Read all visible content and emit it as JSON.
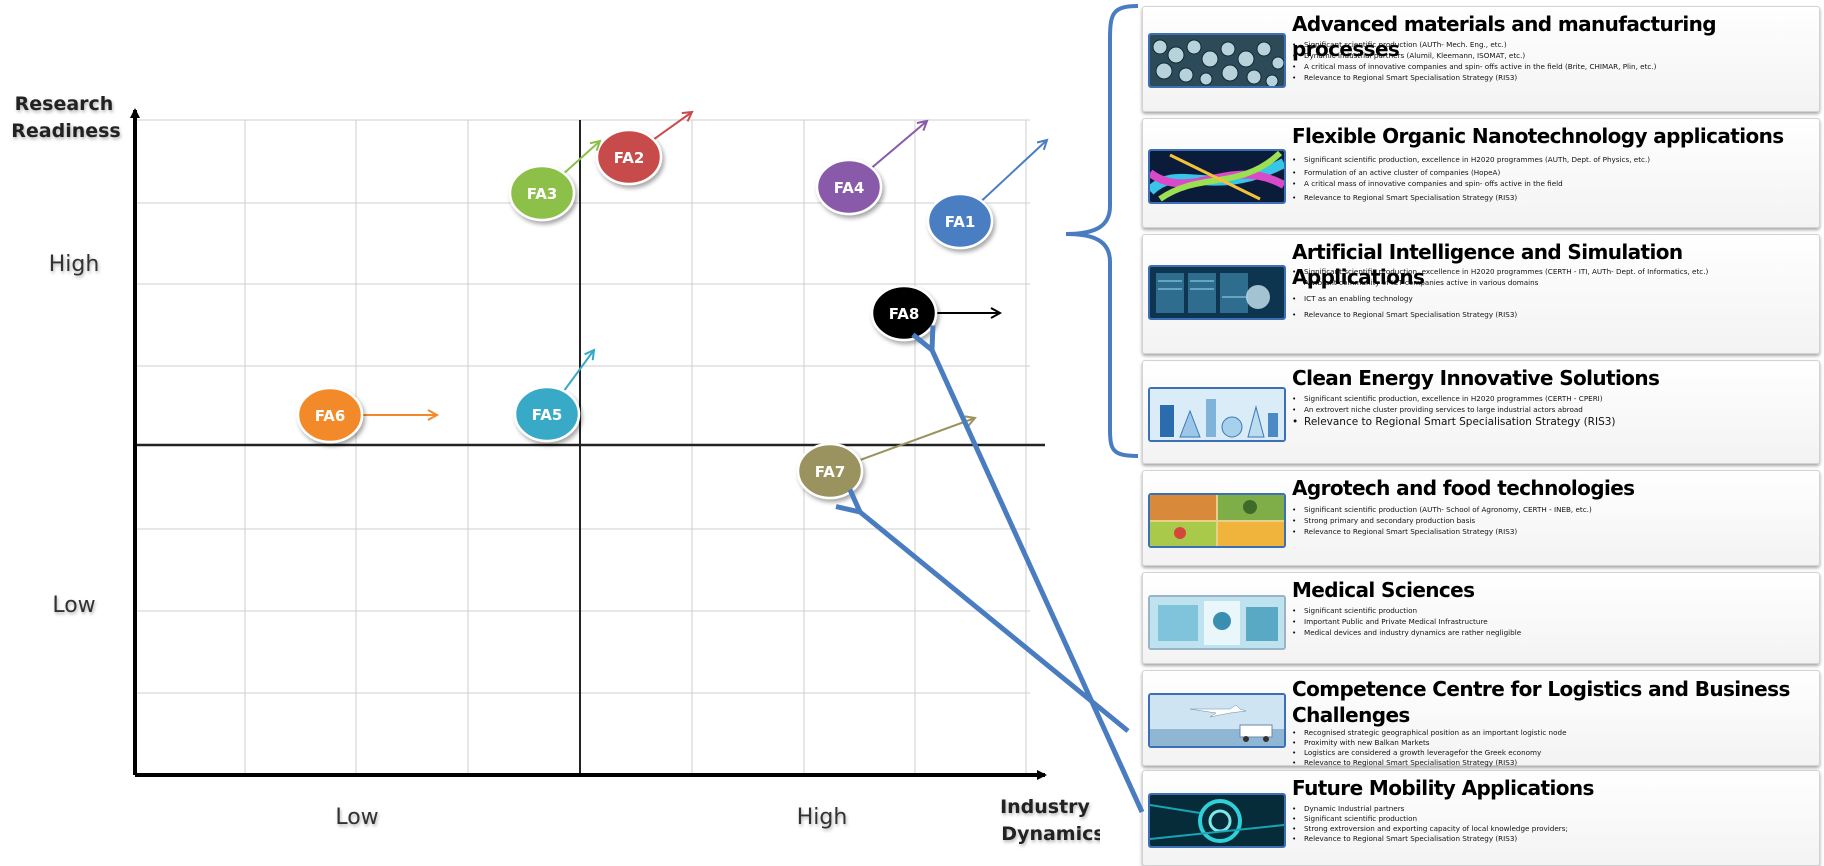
{
  "axes": {
    "y_title_line1": "Research",
    "y_title_line2": "Readiness",
    "x_title_line1": "Industry",
    "x_title_line2": "Dynamics",
    "y_high": "High",
    "y_low": "Low",
    "x_low": "Low",
    "x_high": "High"
  },
  "nodes": [
    {
      "label": "FA1",
      "color": "#4a7ec2"
    },
    {
      "label": "FA2",
      "color": "#c84c4c"
    },
    {
      "label": "FA3",
      "color": "#8dc04a"
    },
    {
      "label": "FA4",
      "color": "#8a5aaa"
    },
    {
      "label": "FA5",
      "color": "#37a9c7"
    },
    {
      "label": "FA6",
      "color": "#f28a2c"
    },
    {
      "label": "FA7",
      "color": "#9a935e"
    },
    {
      "label": "FA8",
      "color": "#000000"
    }
  ],
  "cards": [
    {
      "title": "Advanced materials and manufacturing processes",
      "bullets": [
        "Significant scientific production (AUTh- Mech. Eng., etc.)",
        "Dynamic industrial partners (Alumil, Kleemann, ISOMAT, etc.)",
        "A critical mass of innovative companies and spin- offs active in the field (Brite, CHIMAR, Plin, etc.)",
        "Relevance to Regional Smart Specialisation Strategy (RIS3)"
      ]
    },
    {
      "title": "Flexible Organic Nanotechnology applications",
      "bullets": [
        "Significant scientific production, excellence in H2020 programmes (AUTh, Dept. of Physics, etc.)",
        "Formulation of an active cluster of companies (HopeA)",
        "A critical mass of innovative companies and spin- offs active in the field",
        "Relevance to Regional Smart Specialisation Strategy (RIS3)"
      ]
    },
    {
      "title": "Artificial Intelligence and Simulation Applications",
      "bullets": [
        "Significant scientific production, excellence in H2020 programmes (CERTH - ITI, AUTh- Dept. of Informatics, etc.)",
        "A vibrant community of ICT companies active in various domains",
        "ICT as an enabling technology",
        "Relevance to Regional Smart Specialisation Strategy (RIS3)"
      ]
    },
    {
      "title": "Clean Energy Innovative Solutions",
      "bullets": [
        "Significant scientific production, excellence in H2020 programmes (CERTH - CPERI)",
        "An extrovert niche cluster providing services to large industrial actors abroad",
        "Relevance to Regional Smart Specialisation Strategy (RIS3)"
      ]
    },
    {
      "title": "Agrotech and food technologies",
      "bullets": [
        "Significant scientific production (AUTh- School of Agronomy, CERTH - INEB, etc.)",
        "Strong primary and secondary production basis",
        "Relevance to Regional Smart Specialisation Strategy (RIS3)"
      ]
    },
    {
      "title": "Medical Sciences",
      "bullets": [
        "Significant scientific production",
        "Important Public and Private Medical Infrastructure",
        "Medical devices and industry dynamics are rather negligible"
      ]
    },
    {
      "title": "Competence Centre for Logistics and Business Challenges",
      "bullets": [
        "Recognised strategic geographical position as an important logistic node",
        "Proximity with new Balkan Markets",
        "Logistics are considered a growth leveragefor the Greek economy",
        "Relevance to Regional Smart Specialisation Strategy (RIS3)"
      ]
    },
    {
      "title": "Future Mobility Applications",
      "bullets": [
        "Dynamic Industrial partners",
        "Significant scientific production",
        "Strong extroversion and exporting capacity of local knowledge providers;",
        "Relevance to Regional Smart Specialisation Strategy (RIS3)"
      ]
    }
  ]
}
